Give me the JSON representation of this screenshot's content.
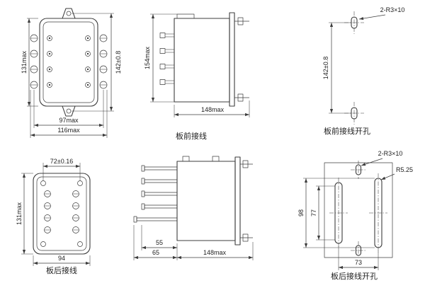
{
  "colors": {
    "ink": "#3c3c3c",
    "background": "#ffffff"
  },
  "views": {
    "front_front": {
      "dim_height_body": "131max",
      "dim_mounting_hole_spacing": "142±0.8",
      "dim_width_terminals": "97max",
      "dim_width_overall": "116max"
    },
    "front_side": {
      "dim_height_overall": "154max",
      "dim_depth_overall": "148max",
      "caption": "板前接线"
    },
    "front_drill": {
      "hole_note": "2-R3×10",
      "dim_hole_spacing": "142±0.8",
      "caption": "板前接线开孔"
    },
    "rear_front": {
      "dim_stud_spacing": "72±0.16",
      "dim_height_body": "131max",
      "dim_width_body": "94",
      "caption": "板后接线"
    },
    "rear_side": {
      "dim_pin_short": "55",
      "dim_pin_long": "65",
      "dim_depth_overall": "148max"
    },
    "rear_drill": {
      "hole_note": "2-R3×10",
      "slot_radius_note": "R5.25",
      "dim_slot_height_outer": "98",
      "dim_slot_height_inner": "77",
      "dim_slot_spacing": "73",
      "caption": "板后接线开孔"
    }
  }
}
